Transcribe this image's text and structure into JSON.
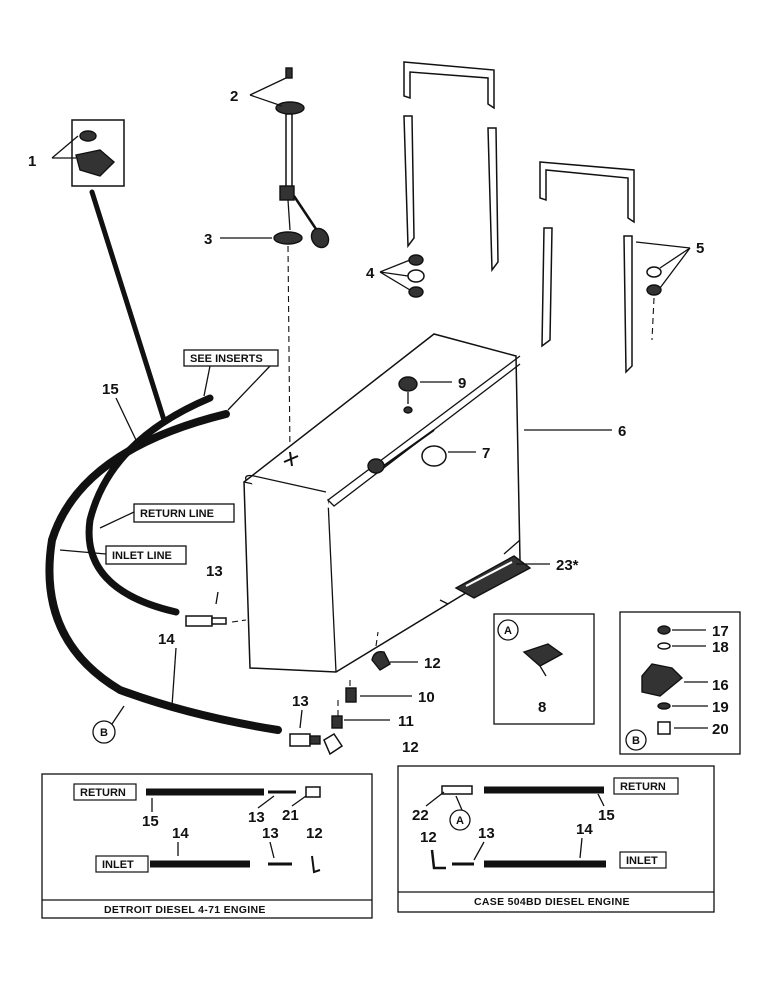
{
  "callouts": {
    "c1": "1",
    "c2": "2",
    "c3": "3",
    "c4": "4",
    "c5": "5",
    "c6": "6",
    "c7": "7",
    "c9": "9",
    "c10": "10",
    "c11": "11",
    "c12a": "12",
    "c12b": "12",
    "c13a": "13",
    "c13b": "13",
    "c14": "14",
    "c15": "15",
    "c23": "23*"
  },
  "labels": {
    "see_inserts": "SEE INSERTS",
    "return_line": "RETURN LINE",
    "inlet_line": "INLET LINE",
    "ref_b": "B"
  },
  "insert_a": {
    "ref": "A",
    "part": "8"
  },
  "insert_b": {
    "ref": "B",
    "n17": "17",
    "n18": "18",
    "n16": "16",
    "n19": "19",
    "n20": "20"
  },
  "detroit_panel": {
    "caption": "DETROIT DIESEL 4-71 ENGINE",
    "return_label": "RETURN",
    "inlet_label": "INLET",
    "n15": "15",
    "n13a": "13",
    "n21": "21",
    "n14": "14",
    "n13b": "13",
    "n12": "12"
  },
  "case_panel": {
    "caption": "CASE 504BD DIESEL ENGINE",
    "return_label": "RETURN",
    "inlet_label": "INLET",
    "n22": "22",
    "ref_a": "A",
    "n15": "15",
    "n12": "12",
    "n13": "13",
    "n14": "14"
  }
}
